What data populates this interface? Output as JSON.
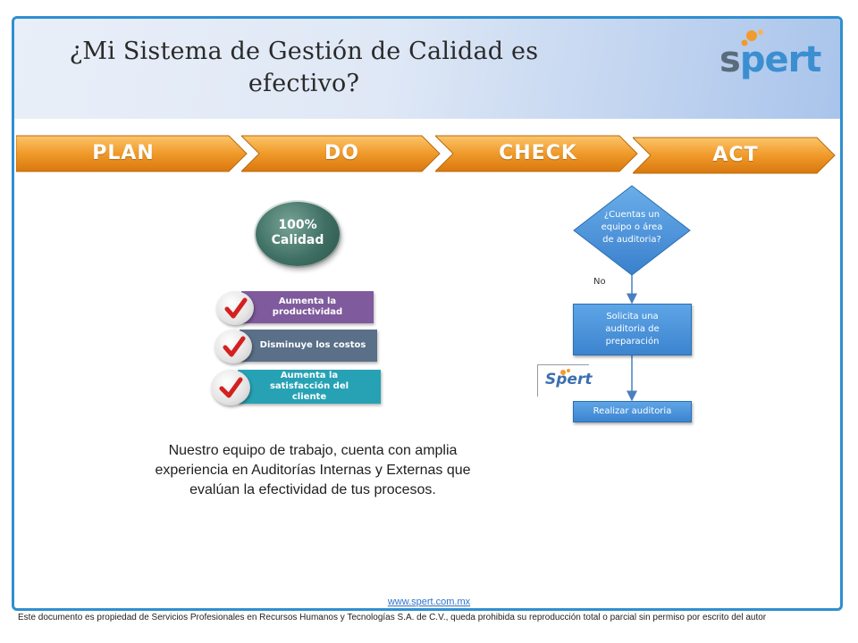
{
  "header": {
    "title": "¿Mi Sistema de Gestión de Calidad es efectivo?",
    "logo_text_s": "s",
    "logo_text_rest": "pert"
  },
  "phases": [
    {
      "label": "PLAN"
    },
    {
      "label": "DO"
    },
    {
      "label": "CHECK"
    },
    {
      "label": "ACT"
    }
  ],
  "quality": {
    "circle_line1": "100%",
    "circle_line2": "Calidad",
    "benefits": [
      {
        "text": "Aumenta la productividad",
        "color": "#7f5a9c"
      },
      {
        "text": "Disminuye los costos",
        "color": "#5a6f88"
      },
      {
        "text": "Aumenta la satisfacción del cliente",
        "color": "#27a2b4"
      }
    ]
  },
  "description": "Nuestro equipo de trabajo, cuenta con amplia experiencia en Auditorías Internas y Externas que evalúan la efectividad de tus procesos.",
  "flow": {
    "question": "¿Cuentas un equipo o área de auditoria?",
    "no_label": "No",
    "step1": "Solicita una auditoria de preparación",
    "step2": "Realizar auditoria",
    "small_logo": "Spert"
  },
  "footer": {
    "link": "www.spert.com.mx",
    "notice": "Este documento es propiedad de Servicios Profesionales en Recursos Humanos y Tecnologías S.A. de C.V., queda prohibida su reproducción total o parcial sin permiso por escrito del autor"
  },
  "colors": {
    "arrow_orange": "#f09a2a",
    "frame_blue": "#2f8fd0",
    "flow_blue": "#4a90d9"
  }
}
